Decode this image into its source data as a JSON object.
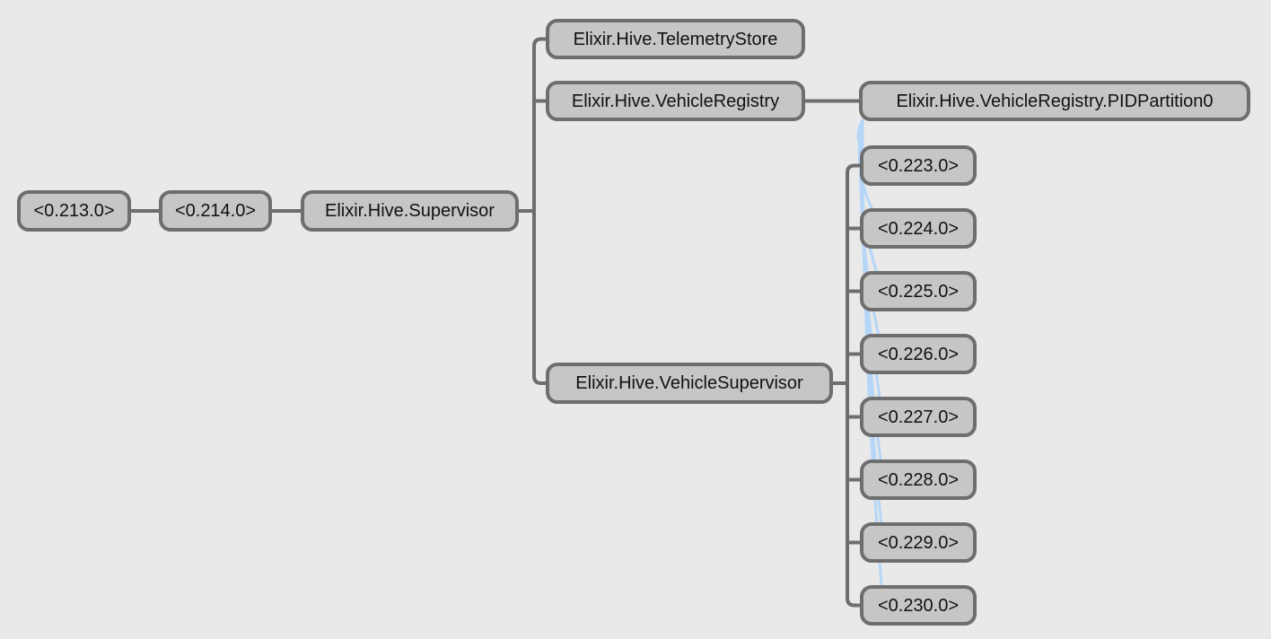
{
  "app": {
    "title": "Supervision tree"
  },
  "colors": {
    "background": "#e9e9e9",
    "node_fill": "#c6c6c6",
    "node_border": "#6e6e6e",
    "node_text": "#111111",
    "edge": "#6e6e6e",
    "link": "#b5d6f8"
  },
  "diagram": {
    "type": "supervision-tree",
    "nodes": [
      {
        "id": "pid-0-213-0",
        "label": "<0.213.0>"
      },
      {
        "id": "pid-0-214-0",
        "label": "<0.214.0>"
      },
      {
        "id": "hive-supervisor",
        "label": "Elixir.Hive.Supervisor"
      },
      {
        "id": "hive-telemetry-store",
        "label": "Elixir.Hive.TelemetryStore"
      },
      {
        "id": "hive-vehicle-registry",
        "label": "Elixir.Hive.VehicleRegistry"
      },
      {
        "id": "hive-vehicle-registry-pid-partition-0",
        "label": "Elixir.Hive.VehicleRegistry.PIDPartition0"
      },
      {
        "id": "hive-vehicle-supervisor",
        "label": "Elixir.Hive.VehicleSupervisor"
      },
      {
        "id": "pid-0-223-0",
        "label": "<0.223.0>"
      },
      {
        "id": "pid-0-224-0",
        "label": "<0.224.0>"
      },
      {
        "id": "pid-0-225-0",
        "label": "<0.225.0>"
      },
      {
        "id": "pid-0-226-0",
        "label": "<0.226.0>"
      },
      {
        "id": "pid-0-227-0",
        "label": "<0.227.0>"
      },
      {
        "id": "pid-0-228-0",
        "label": "<0.228.0>"
      },
      {
        "id": "pid-0-229-0",
        "label": "<0.229.0>"
      },
      {
        "id": "pid-0-230-0",
        "label": "<0.230.0>"
      }
    ],
    "edges": [
      {
        "from": "pid-0-213-0",
        "to": "pid-0-214-0",
        "kind": "supervision"
      },
      {
        "from": "pid-0-214-0",
        "to": "hive-supervisor",
        "kind": "supervision"
      },
      {
        "from": "hive-supervisor",
        "to": "hive-telemetry-store",
        "kind": "supervision"
      },
      {
        "from": "hive-supervisor",
        "to": "hive-vehicle-registry",
        "kind": "supervision"
      },
      {
        "from": "hive-supervisor",
        "to": "hive-vehicle-supervisor",
        "kind": "supervision"
      },
      {
        "from": "hive-vehicle-registry",
        "to": "hive-vehicle-registry-pid-partition-0",
        "kind": "supervision"
      },
      {
        "from": "hive-vehicle-supervisor",
        "to": "pid-0-223-0",
        "kind": "supervision"
      },
      {
        "from": "hive-vehicle-supervisor",
        "to": "pid-0-224-0",
        "kind": "supervision"
      },
      {
        "from": "hive-vehicle-supervisor",
        "to": "pid-0-225-0",
        "kind": "supervision"
      },
      {
        "from": "hive-vehicle-supervisor",
        "to": "pid-0-226-0",
        "kind": "supervision"
      },
      {
        "from": "hive-vehicle-supervisor",
        "to": "pid-0-227-0",
        "kind": "supervision"
      },
      {
        "from": "hive-vehicle-supervisor",
        "to": "pid-0-228-0",
        "kind": "supervision"
      },
      {
        "from": "hive-vehicle-supervisor",
        "to": "pid-0-229-0",
        "kind": "supervision"
      },
      {
        "from": "hive-vehicle-supervisor",
        "to": "pid-0-230-0",
        "kind": "supervision"
      },
      {
        "from": "hive-vehicle-registry-pid-partition-0",
        "to": "pid-0-223-0",
        "kind": "link"
      },
      {
        "from": "hive-vehicle-registry-pid-partition-0",
        "to": "pid-0-224-0",
        "kind": "link"
      },
      {
        "from": "hive-vehicle-registry-pid-partition-0",
        "to": "pid-0-225-0",
        "kind": "link"
      },
      {
        "from": "hive-vehicle-registry-pid-partition-0",
        "to": "pid-0-226-0",
        "kind": "link"
      },
      {
        "from": "hive-vehicle-registry-pid-partition-0",
        "to": "pid-0-227-0",
        "kind": "link"
      },
      {
        "from": "hive-vehicle-registry-pid-partition-0",
        "to": "pid-0-228-0",
        "kind": "link"
      },
      {
        "from": "hive-vehicle-registry-pid-partition-0",
        "to": "pid-0-229-0",
        "kind": "link"
      },
      {
        "from": "hive-vehicle-registry-pid-partition-0",
        "to": "pid-0-230-0",
        "kind": "link"
      }
    ]
  }
}
